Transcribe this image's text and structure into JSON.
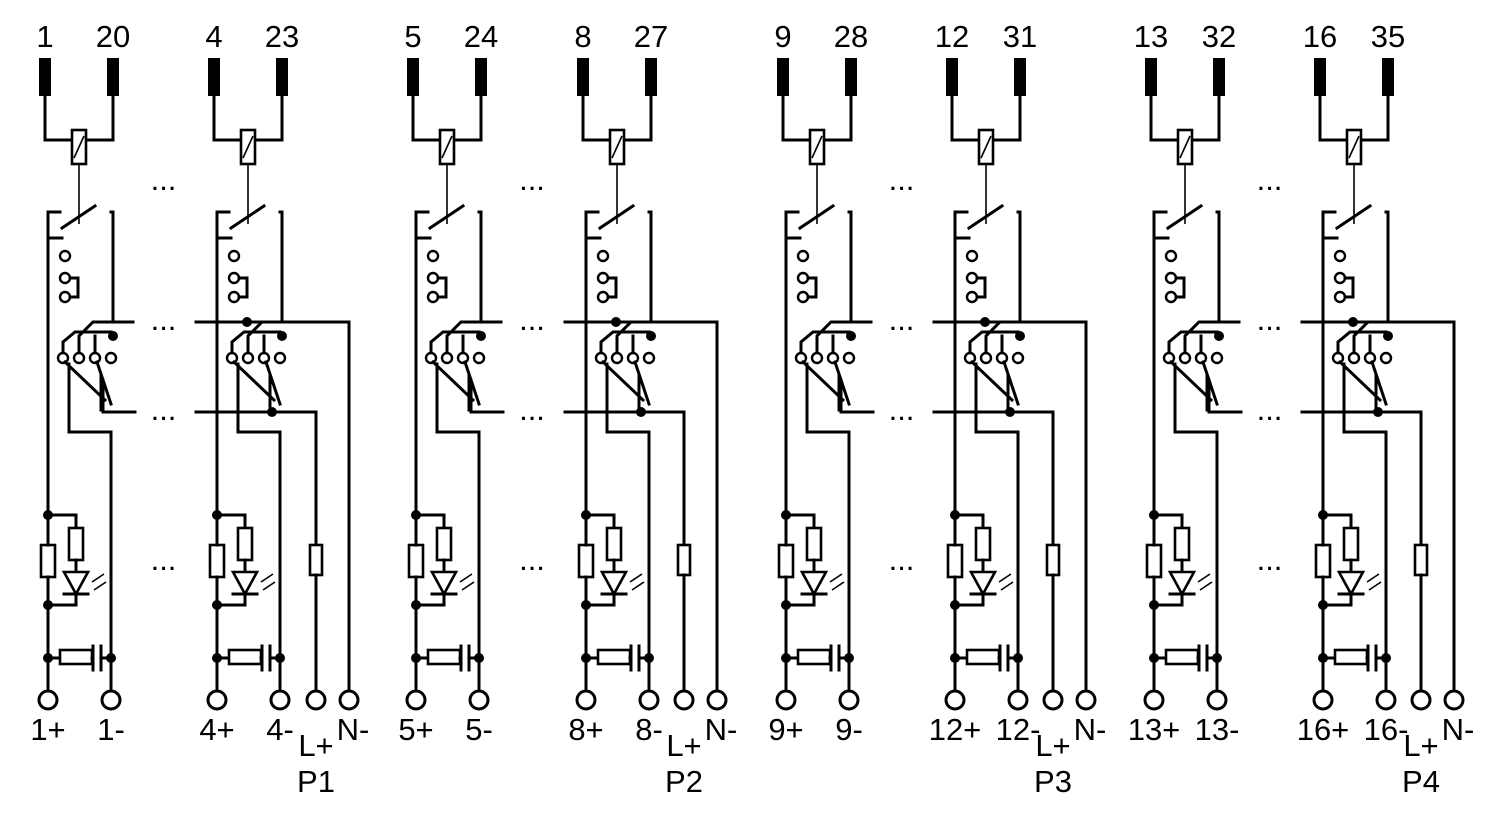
{
  "groups": [
    {
      "channels": [
        {
          "pins": [
            "1",
            "20"
          ],
          "terminals": [
            "1+",
            "1-"
          ]
        },
        {
          "pins": [
            "4",
            "23"
          ],
          "terminals": [
            "4+",
            "4-"
          ]
        }
      ],
      "bus_labels": [
        "L+",
        "N-"
      ],
      "group_label": "P1"
    },
    {
      "channels": [
        {
          "pins": [
            "5",
            "24"
          ],
          "terminals": [
            "5+",
            "5-"
          ]
        },
        {
          "pins": [
            "8",
            "27"
          ],
          "terminals": [
            "8+",
            "8-"
          ]
        }
      ],
      "bus_labels": [
        "L+",
        "N-"
      ],
      "group_label": "P2"
    },
    {
      "channels": [
        {
          "pins": [
            "9",
            "28"
          ],
          "terminals": [
            "9+",
            "9-"
          ]
        },
        {
          "pins": [
            "12",
            "31"
          ],
          "terminals": [
            "12+",
            "12-"
          ]
        }
      ],
      "bus_labels": [
        "L+",
        "N-"
      ],
      "group_label": "P3"
    },
    {
      "channels": [
        {
          "pins": [
            "13",
            "32"
          ],
          "terminals": [
            "13+",
            "13-"
          ]
        },
        {
          "pins": [
            "16",
            "35"
          ],
          "terminals": [
            "16+",
            "16-"
          ]
        }
      ],
      "bus_labels": [
        "L+",
        "N-"
      ],
      "group_label": "P4"
    }
  ],
  "ellipsis": "..."
}
